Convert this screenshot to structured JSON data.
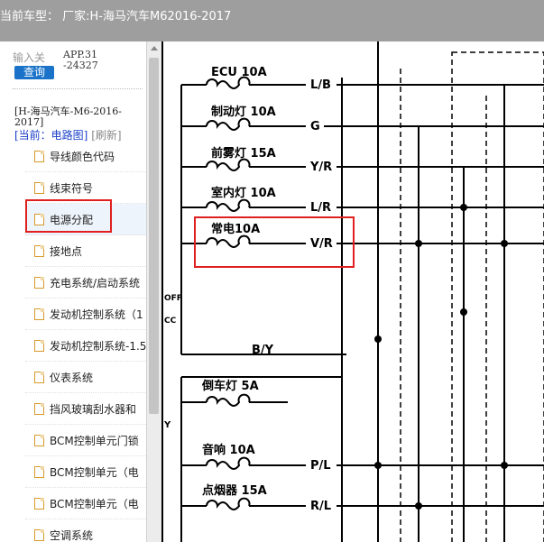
{
  "header": {
    "title": "当前车型： 厂家:H-海马汽车M62016-2017"
  },
  "sidebar": {
    "search_placeholder": "输入关",
    "search_button": "查询",
    "app_version": "APP.31-24327",
    "model_path": "[H-海马汽车-M6-2016-2017]",
    "current_label": "[当前：电路图]",
    "refresh": "[刷新]",
    "items": [
      {
        "label": "导线颜色代码"
      },
      {
        "label": "线束符号"
      },
      {
        "label": "电源分配"
      },
      {
        "label": "接地点"
      },
      {
        "label": "充电系统/启动系统"
      },
      {
        "label": "发动机控制系统（1"
      },
      {
        "label": "发动机控制系统-1.5"
      },
      {
        "label": "仪表系统"
      },
      {
        "label": "挡风玻璃刮水器和"
      },
      {
        "label": "BCM控制单元门锁"
      },
      {
        "label": "BCM控制单元（电"
      },
      {
        "label": "BCM控制单元（电"
      },
      {
        "label": "空调系统"
      }
    ]
  },
  "diagram": {
    "fuses": [
      {
        "name": "ECU 10A",
        "wire": "L/B"
      },
      {
        "name": "制动灯 10A",
        "wire": "G"
      },
      {
        "name": "前雾灯 15A",
        "wire": "Y/R"
      },
      {
        "name": "室内灯 10A",
        "wire": "L/R"
      },
      {
        "name": "常电10A",
        "wire": "V/R"
      },
      {
        "name": "倒车灯 5A",
        "wire": ""
      },
      {
        "name": "音响 10A",
        "wire": "P/L"
      },
      {
        "name": "点烟器 15A",
        "wire": "R/L"
      }
    ],
    "bus_label": "B/Y",
    "switch_off": "OFF",
    "switch_acc": "CC",
    "stub_label": "Y",
    "highlight_color": "#e02020"
  }
}
